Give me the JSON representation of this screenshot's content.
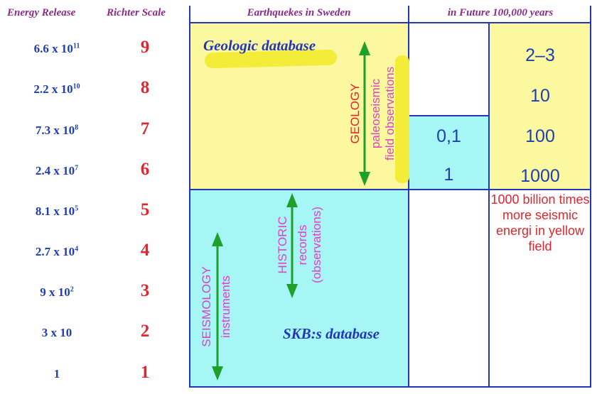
{
  "headers": {
    "energy_release": "Energy Release",
    "richter_scale": "Richter Scale",
    "earthquakes_sweden": "Earthquekes in Sweden",
    "future": "in Future 100,000 years"
  },
  "energy_rows": [
    {
      "base": "6.6 x 10",
      "exp": "11"
    },
    {
      "base": "2.2 x 10",
      "exp": "10"
    },
    {
      "base": "7.3 x 10",
      "exp": "8"
    },
    {
      "base": "2.4 x 10",
      "exp": "7"
    },
    {
      "base": "8.1 x 10",
      "exp": "5"
    },
    {
      "base": "2.7 x 10",
      "exp": "4"
    },
    {
      "base": "9 x 10",
      "exp": "2"
    },
    {
      "base": "3 x 10",
      "exp": ""
    },
    {
      "base": "1",
      "exp": ""
    }
  ],
  "richter_values": [
    "9",
    "8",
    "7",
    "6",
    "5",
    "4",
    "3",
    "2",
    "1"
  ],
  "geologic_database": "Geologic database",
  "skb_database": "SKB:s database",
  "geology": {
    "label": "GEOLOGY",
    "line1": "paleoseismic",
    "line2": "field observations"
  },
  "historic": {
    "label": "HISTORIC",
    "line1": "records",
    "line2": "(observations)"
  },
  "seismology": {
    "label": "SEISMOLOGY",
    "line1": "instruments"
  },
  "future_col1": [
    "0,1",
    "1"
  ],
  "future_col2": [
    "2–3",
    "10",
    "100",
    "1000"
  ],
  "note": "1000 billion times more seismic energi in yellow field",
  "colors": {
    "yellow": "#fbf8a0",
    "cyan": "#a6f6f5",
    "blue_line": "#2436b8",
    "arrow_green": "#1ea02a",
    "highlight": "#f3ec38"
  }
}
